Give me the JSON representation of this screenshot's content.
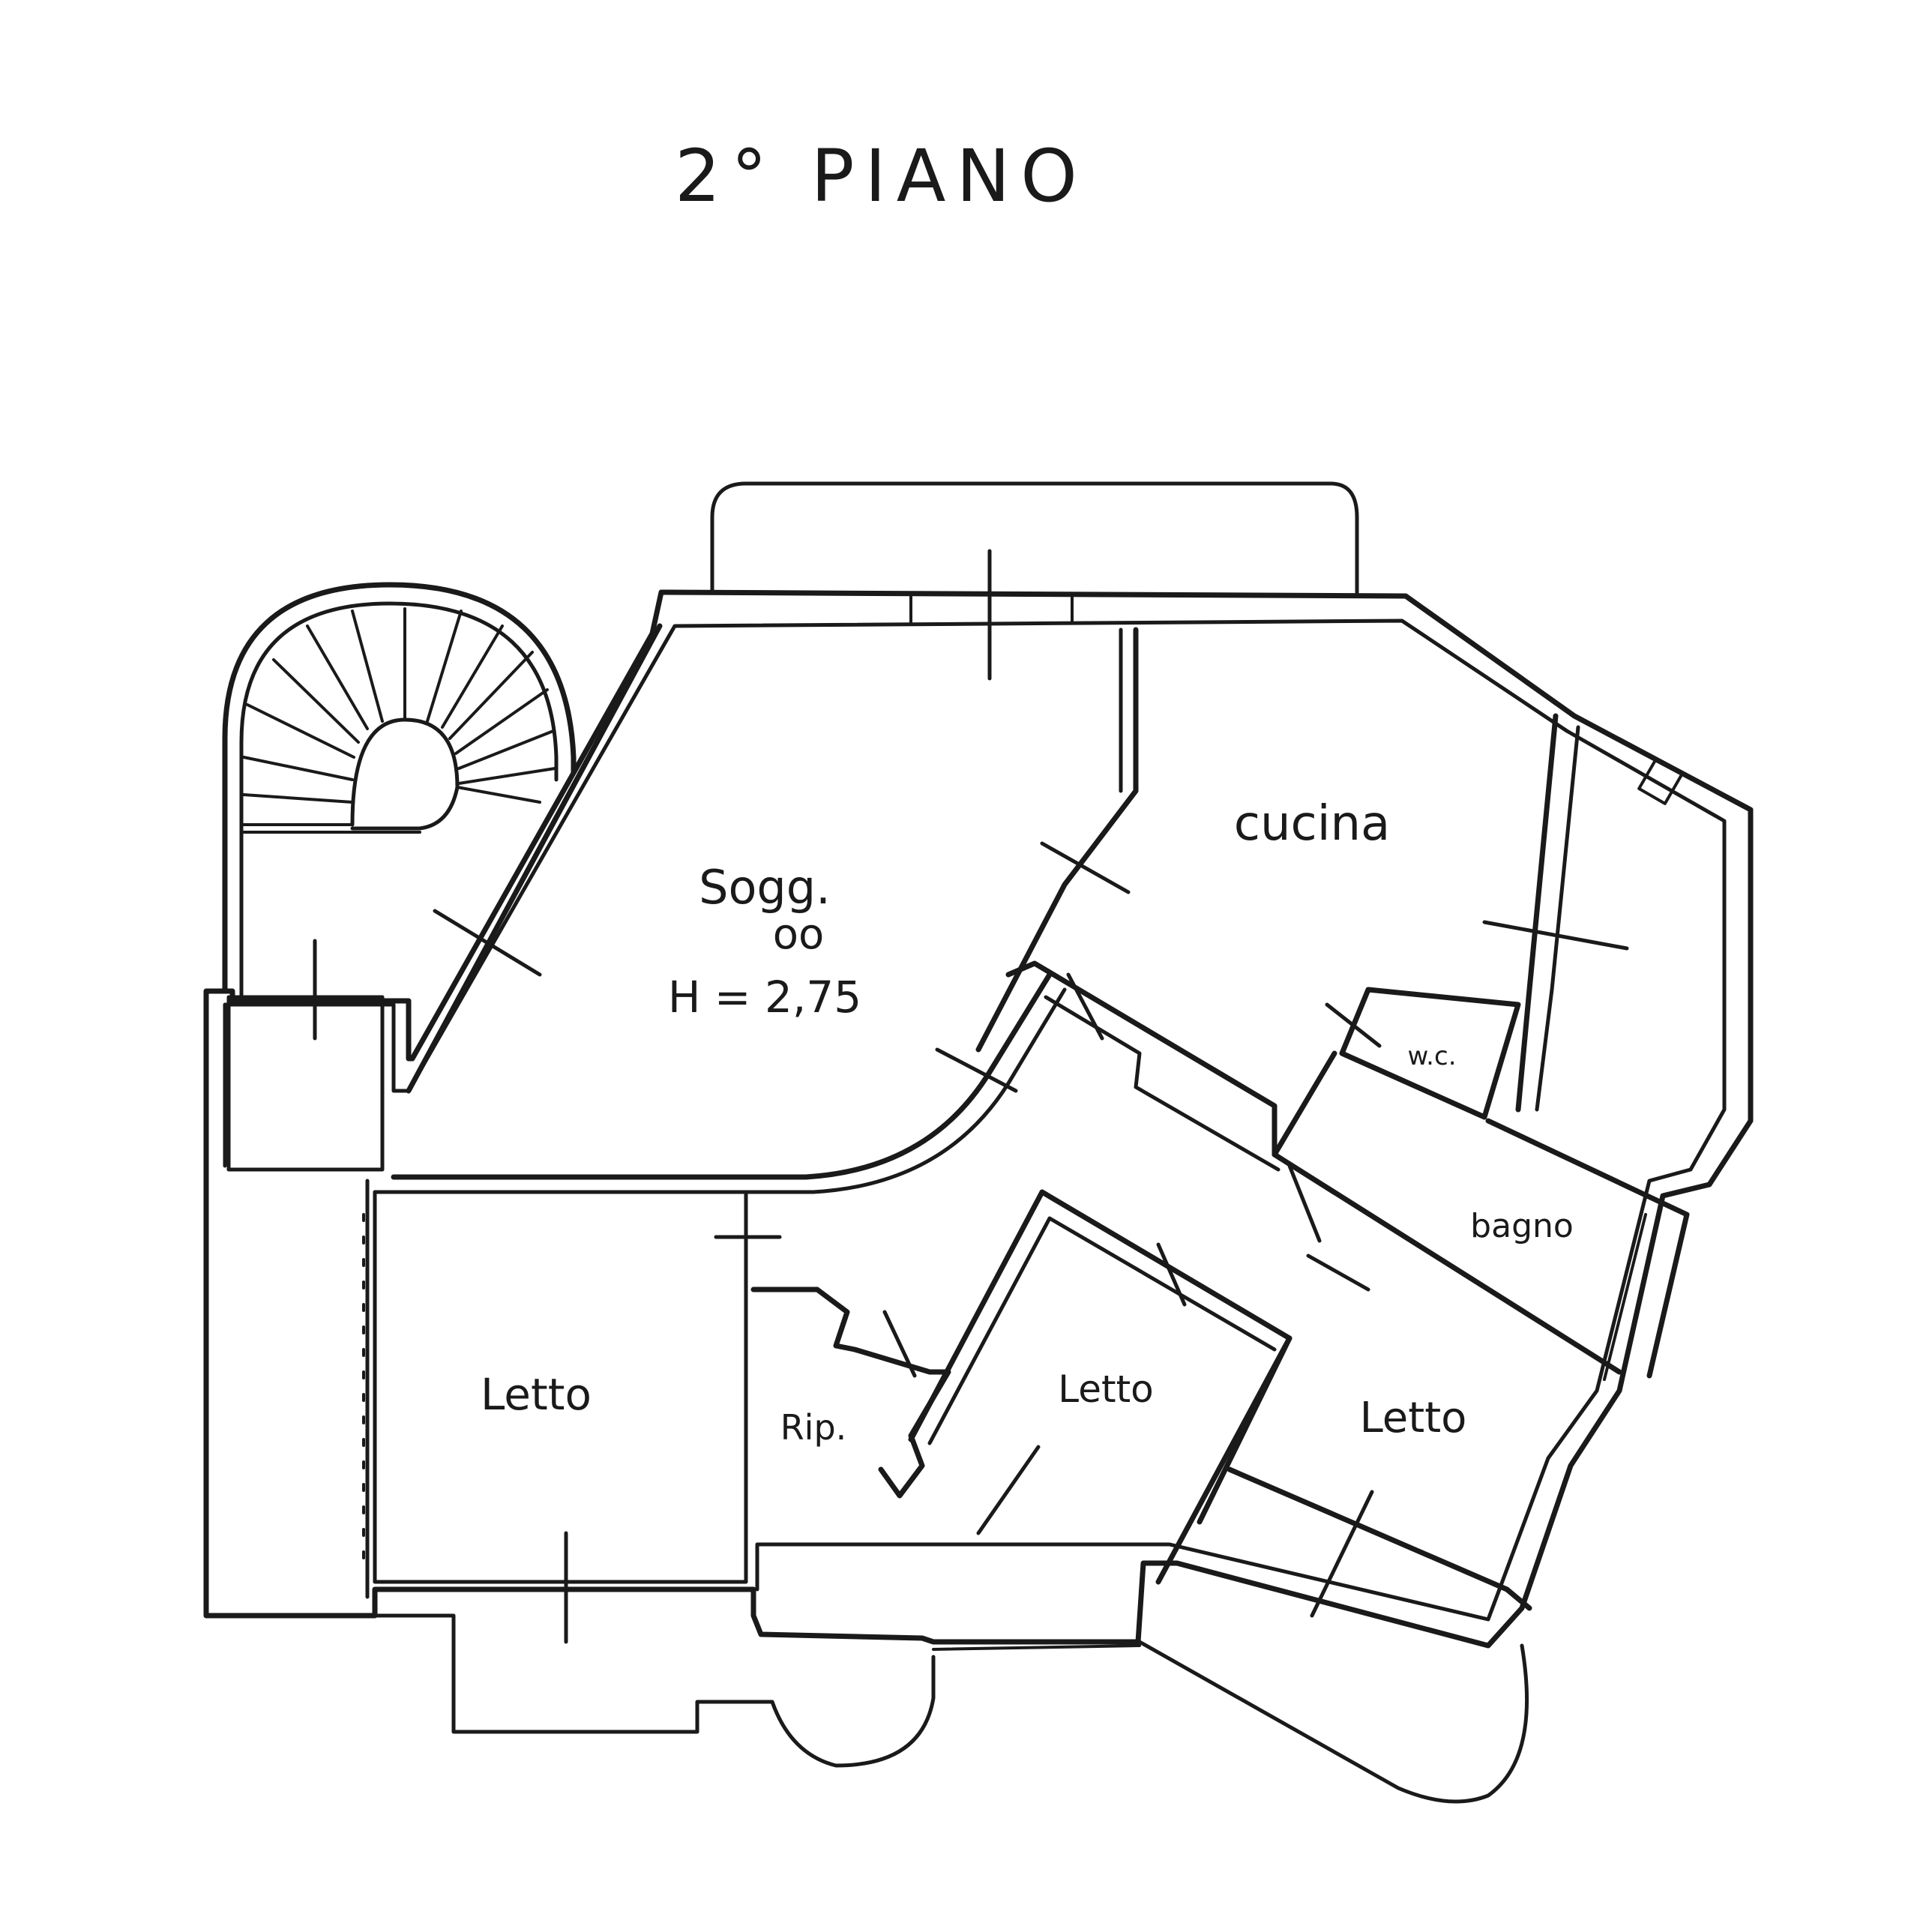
{
  "title": "2° PIANO",
  "rooms": {
    "soggiorno_line1": "Sogg.",
    "soggiorno_line2": "oo",
    "height": "H = 2,75",
    "cucina": "cucina",
    "wc": "w.c.",
    "bagno": "bagno",
    "letto_left": "Letto",
    "letto_center": "Letto",
    "letto_right": "Letto",
    "ripostiglio": "Rip."
  },
  "colors": {
    "ink": "#1a1a1a",
    "paper": "#ffffff"
  }
}
